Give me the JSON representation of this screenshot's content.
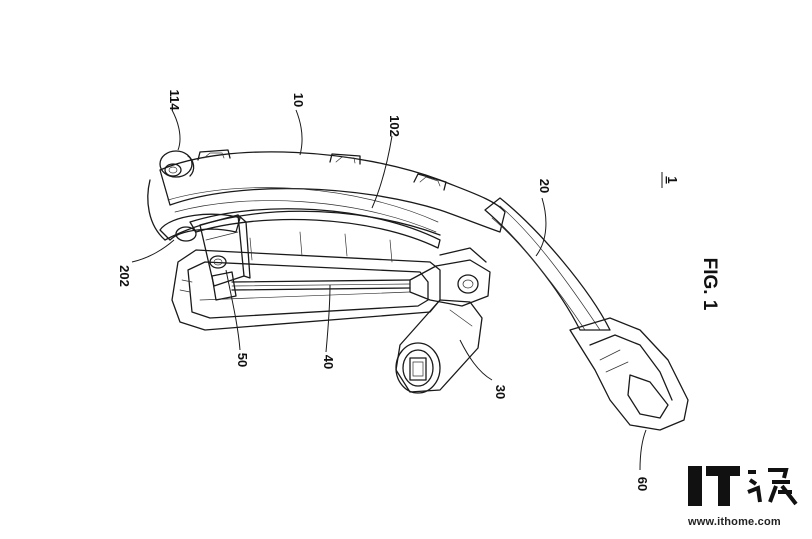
{
  "figure": {
    "title": "FIG. 1",
    "assembly_ref": "1"
  },
  "labels": {
    "l114": "114",
    "l10": "10",
    "l102": "102",
    "l20": "20",
    "l202": "202",
    "l50": "50",
    "l40": "40",
    "l30": "30",
    "l60": "60"
  },
  "watermark": {
    "site": "www.ithome.com"
  },
  "colors": {
    "ink": "#1a1a1a",
    "paper": "#ffffff"
  }
}
